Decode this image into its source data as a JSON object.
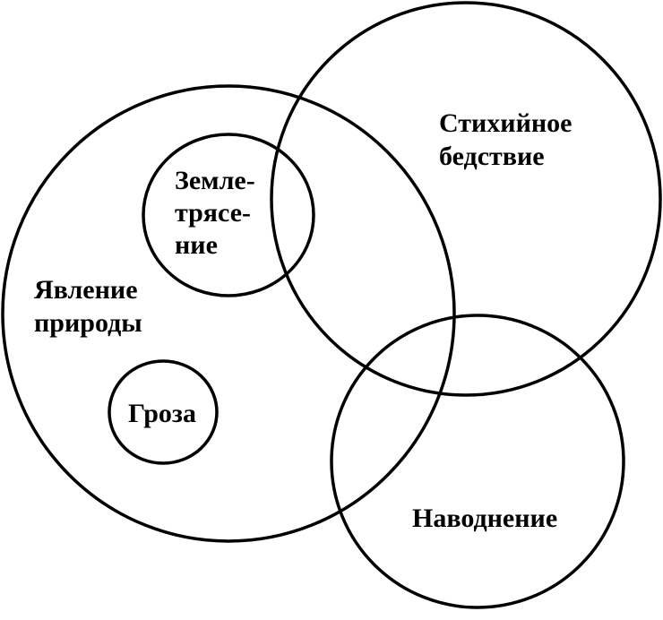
{
  "diagram": {
    "sets": [
      {
        "id": "nature",
        "label_lines": [
          "Явление",
          "природы"
        ]
      },
      {
        "id": "disaster",
        "label_lines": [
          "Стихийное",
          "бедствие"
        ]
      },
      {
        "id": "flood",
        "label_lines": [
          "Наводнение"
        ]
      },
      {
        "id": "earthquake",
        "label_lines": [
          "Земле-",
          "трясе-",
          "ние"
        ]
      },
      {
        "id": "storm",
        "label_lines": [
          "Гроза"
        ]
      }
    ],
    "colors": {
      "stroke": "#000000",
      "text": "#000000",
      "background": "#ffffff"
    }
  }
}
